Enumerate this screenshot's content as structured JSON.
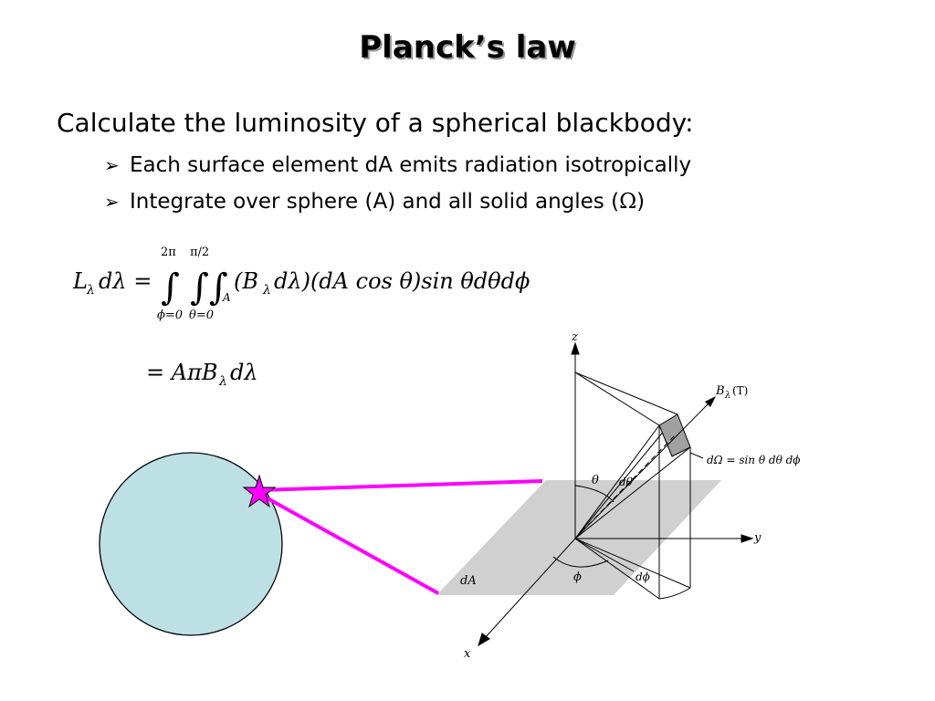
{
  "slide": {
    "title": "Planck’s law",
    "intro": "Calculate the luminosity of a spherical blackbody:",
    "bullets": [
      {
        "marker": "➢",
        "text": "Each surface element dA emits radiation isotropically"
      },
      {
        "marker": "➢",
        "pre": "Integrate over sphere (A) and all solid angles (",
        "symbol": "Ω",
        "post": ")"
      }
    ]
  },
  "equation": {
    "lhs_L": "L",
    "lhs_sub": "λ",
    "lhs_rest": "dλ =",
    "upper1": "2π",
    "lower1": "ϕ=0",
    "upper2": "π/2",
    "lower2": "θ=0",
    "sub_A": "A",
    "integrand": "(B",
    "integrand_sub": "λ",
    "integrand_rest": "dλ)(dA cos θ)sin θdθdϕ",
    "result": "= AπB",
    "result_sub": "λ",
    "result_rest": "dλ"
  },
  "diagram": {
    "z_label": "z",
    "y_label": "y",
    "x_label": "x",
    "dA_label": "dA",
    "theta_label": "θ",
    "dtheta_label": "dθ",
    "phi_label": "ϕ",
    "dphi_label": "dϕ",
    "B_label": "B",
    "B_sub": "λ",
    "B_arg": "(T)",
    "domega_label": "dΩ = sin θ dθ dϕ",
    "colors": {
      "sphere_fill": "#bde0e4",
      "ray": "#ff00ff",
      "plane": "#d0d0d0",
      "patch": "#a0a0a0"
    }
  }
}
